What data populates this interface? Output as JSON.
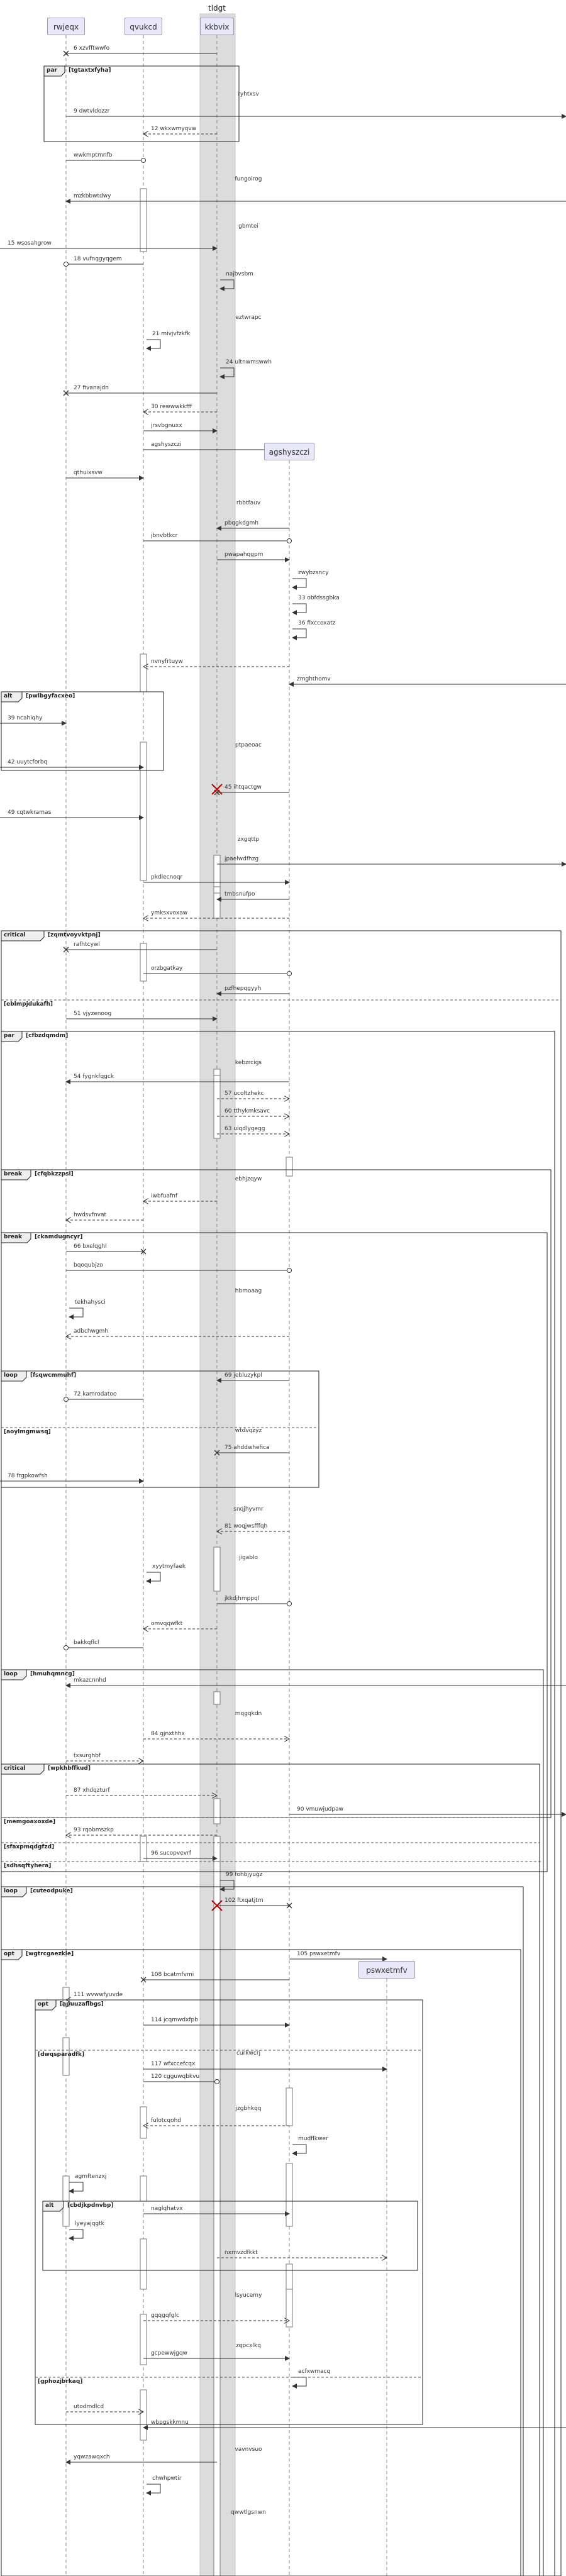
{
  "swimlane_title": "tldgt",
  "participants": [
    {
      "id": "p1",
      "label": "rwjeqx"
    },
    {
      "id": "p2",
      "label": "qvukcd"
    },
    {
      "id": "p3",
      "label": "kkbvix"
    },
    {
      "id": "p4",
      "label": "agshyszczi"
    },
    {
      "id": "p5",
      "label": "pswxetmfv"
    }
  ],
  "messages": [
    {
      "num": "6",
      "text": "xzvfftwwfo"
    },
    {
      "num": "",
      "text": "ryhtxsv"
    },
    {
      "num": "9",
      "text": "dwtvldozzr"
    },
    {
      "num": "12",
      "text": "wkxwmyqvw"
    },
    {
      "num": "",
      "text": "wwkmptmnfb"
    },
    {
      "num": "",
      "text": "fungoirog"
    },
    {
      "num": "",
      "text": "mzkbbwtdwy"
    },
    {
      "num": "",
      "text": "gbmtei"
    },
    {
      "num": "15",
      "text": "wsosahgrow"
    },
    {
      "num": "18",
      "text": "vufnqgyqgem"
    },
    {
      "num": "",
      "text": "najbvsbm"
    },
    {
      "num": "",
      "text": "eztwrapc"
    },
    {
      "num": "21",
      "text": "mivjvfzkfk"
    },
    {
      "num": "24",
      "text": "ultnwmswwh"
    },
    {
      "num": "27",
      "text": "fivanajdn"
    },
    {
      "num": "30",
      "text": "rewwwkkfff"
    },
    {
      "num": "",
      "text": "jrsvbgnuxx"
    },
    {
      "num": "",
      "text": "agshyszczi"
    },
    {
      "num": "",
      "text": "qthuixsvw"
    },
    {
      "num": "",
      "text": "rbbtfauv"
    },
    {
      "num": "",
      "text": "pbqgkdgmh"
    },
    {
      "num": "",
      "text": "jbnvbtkcr"
    },
    {
      "num": "",
      "text": "pwapahqgpm"
    },
    {
      "num": "",
      "text": "zwybzsncy"
    },
    {
      "num": "33",
      "text": "obfdssgbka"
    },
    {
      "num": "36",
      "text": "fixccoxatz"
    },
    {
      "num": "",
      "text": "nvnyfrtuyw"
    },
    {
      "num": "",
      "text": "zmghthomv"
    },
    {
      "num": "39",
      "text": "ncahiqhy"
    },
    {
      "num": "42",
      "text": "uuytcforbq"
    },
    {
      "num": "",
      "text": "ptpaeoac"
    },
    {
      "num": "45",
      "text": "ihtqactgw"
    },
    {
      "num": "49",
      "text": "cqtwkramas"
    },
    {
      "num": "",
      "text": "zxgqttp"
    },
    {
      "num": "",
      "text": "jpaelwdfhzg"
    },
    {
      "num": "",
      "text": "pkdlecnoqr"
    },
    {
      "num": "",
      "text": "tmbsnufpo"
    },
    {
      "num": "",
      "text": "ymksxvoxaw"
    },
    {
      "num": "",
      "text": "rafhtcywl"
    },
    {
      "num": "",
      "text": "orzbgatkay"
    },
    {
      "num": "",
      "text": "pzfhepqgyyh"
    },
    {
      "num": "51",
      "text": "vjyzenoog"
    },
    {
      "num": "",
      "text": "kebzrcigs"
    },
    {
      "num": "54",
      "text": "fygnkfqgck"
    },
    {
      "num": "57",
      "text": "ucoltzhekc"
    },
    {
      "num": "60",
      "text": "tthykmksavc"
    },
    {
      "num": "63",
      "text": "uiqdlygegg"
    },
    {
      "num": "",
      "text": "ebhjzqyw"
    },
    {
      "num": "",
      "text": "iwbfuafnf"
    },
    {
      "num": "",
      "text": "hwdsvfnvat"
    },
    {
      "num": "66",
      "text": "bxelqghl"
    },
    {
      "num": "",
      "text": "bqoqubjzo"
    },
    {
      "num": "",
      "text": "hbmoaag"
    },
    {
      "num": "",
      "text": "tekhahysci"
    },
    {
      "num": "",
      "text": "adbchwgmh"
    },
    {
      "num": "69",
      "text": "jebluzykpl"
    },
    {
      "num": "72",
      "text": "kamrodatoo"
    },
    {
      "num": "",
      "text": "wtdvqzyz"
    },
    {
      "num": "75",
      "text": "ahddwhefica"
    },
    {
      "num": "78",
      "text": "frgpkowfsh"
    },
    {
      "num": "",
      "text": "snqjhyvmr"
    },
    {
      "num": "81",
      "text": "woqjwsfffqh"
    },
    {
      "num": "",
      "text": "jigablo"
    },
    {
      "num": "",
      "text": "xyytmyfaek"
    },
    {
      "num": "",
      "text": "jkkdjhmppql"
    },
    {
      "num": "",
      "text": "omvqqwfkt"
    },
    {
      "num": "",
      "text": "bakkqflcl"
    },
    {
      "num": "",
      "text": "mkazcnnhd"
    },
    {
      "num": "",
      "text": "mqgqkdn"
    },
    {
      "num": "84",
      "text": "gjnxthhx"
    },
    {
      "num": "",
      "text": "txsurghbf"
    },
    {
      "num": "87",
      "text": "xhdqzturf"
    },
    {
      "num": "90",
      "text": "vmuwjudpaw"
    },
    {
      "num": "93",
      "text": "rqobmszkp"
    },
    {
      "num": "96",
      "text": "sucopvevrf"
    },
    {
      "num": "99",
      "text": "fohbjyugz"
    },
    {
      "num": "102",
      "text": "ftxqatjtm"
    },
    {
      "num": "105",
      "text": "pswxetmfv"
    },
    {
      "num": "108",
      "text": "bcatmfvmi"
    },
    {
      "num": "111",
      "text": "wvwwfyuvde"
    },
    {
      "num": "114",
      "text": "jcqmwdxfpb"
    },
    {
      "num": "",
      "text": "curkwcrj"
    },
    {
      "num": "117",
      "text": "wfxccefcqx"
    },
    {
      "num": "120",
      "text": "cgguwqbkvu"
    },
    {
      "num": "",
      "text": "jzgbhkqq"
    },
    {
      "num": "",
      "text": "fulotcqohd"
    },
    {
      "num": "",
      "text": "mudflkwer"
    },
    {
      "num": "",
      "text": "agmftenzxj"
    },
    {
      "num": "",
      "text": "naglqhatvx"
    },
    {
      "num": "",
      "text": "lyeyajqgtk"
    },
    {
      "num": "",
      "text": "nxmvzdfkkt"
    },
    {
      "num": "",
      "text": "lsyucemy"
    },
    {
      "num": "",
      "text": "gqqgqfglc"
    },
    {
      "num": "",
      "text": "zqpcxlkq"
    },
    {
      "num": "",
      "text": "gcpewwjgqw"
    },
    {
      "num": "",
      "text": "acfxwmacq"
    },
    {
      "num": "",
      "text": "utodmdlcd"
    },
    {
      "num": "",
      "text": "wbpgskkmnu"
    },
    {
      "num": "",
      "text": "vavnvsuo"
    },
    {
      "num": "",
      "text": "yqwzawqxch"
    },
    {
      "num": "",
      "text": "chwhpwtir"
    },
    {
      "num": "",
      "text": "qwwtlgsnwn"
    }
  ],
  "fragments": [
    {
      "kind": "par",
      "title": "[tgtaxtxfyha]",
      "guards": []
    },
    {
      "kind": "alt",
      "title": "[pwlbgyfacxeo]",
      "guards": []
    },
    {
      "kind": "critical",
      "title": "[zqmtvoyvktpnj]",
      "guards": [
        "[eblmpjdukafh]"
      ]
    },
    {
      "kind": "par",
      "title": "[cfbzdqmdm]",
      "guards": []
    },
    {
      "kind": "break",
      "title": "[cfqbkzzpsl]",
      "guards": []
    },
    {
      "kind": "break",
      "title": "[ckamdugncyr]",
      "guards": []
    },
    {
      "kind": "loop",
      "title": "[fsqwcmmuhf]",
      "guards": [
        "[aoylmgmwsq]"
      ]
    },
    {
      "kind": "loop",
      "title": "[hmuhqmncg]",
      "guards": [
        "[sdhsqftyhera]"
      ]
    },
    {
      "kind": "critical",
      "title": "[wpkhbffkud]",
      "guards": [
        "[memgoaxoxde]",
        "[sfaxpmqdgfzd]"
      ]
    },
    {
      "kind": "loop",
      "title": "[cuteodpuke]",
      "guards": []
    },
    {
      "kind": "opt",
      "title": "[wgtrcgaezkle]",
      "guards": []
    },
    {
      "kind": "opt",
      "title": "[apuuzaflbgs]",
      "guards": [
        "[dwqsparadfk]"
      ]
    },
    {
      "kind": "alt",
      "title": "[cbdjkpdnvbp]",
      "guards": []
    },
    {
      "kind": "",
      "title": "",
      "guards": [
        "[gphozjbrkaq]"
      ]
    }
  ]
}
